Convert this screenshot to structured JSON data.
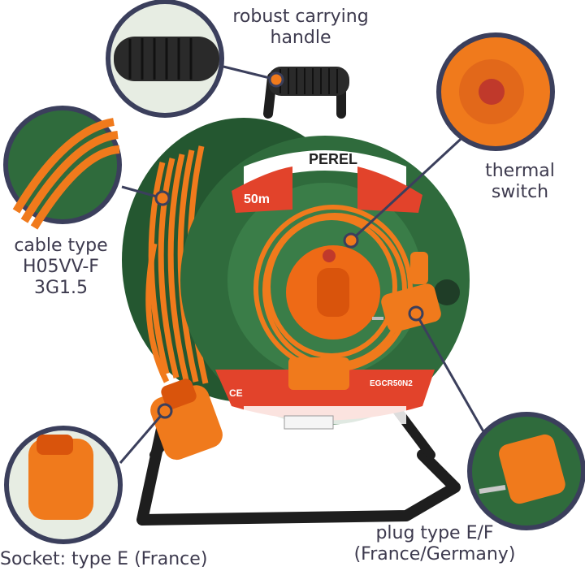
{
  "brand": "PEREL",
  "reel_length_badge": "50m",
  "model_code": "EGCR50N2",
  "certifications": "CE",
  "callouts": {
    "handle": [
      "robust carrying",
      "handle"
    ],
    "thermal": [
      "thermal",
      "switch"
    ],
    "cable": [
      "cable type",
      "H05VV-F",
      "3G1.5"
    ],
    "plug": [
      "plug type E/F",
      "(France/Germany)"
    ],
    "socket": [
      "Socket: type E (France)"
    ]
  },
  "colors": {
    "reel_green": "#2f6b3c",
    "cable_orange": "#f07a1c",
    "frame_black": "#1e1e1e",
    "label_text": "#3d3a4e",
    "callout_ring": "#3b3f5c"
  }
}
